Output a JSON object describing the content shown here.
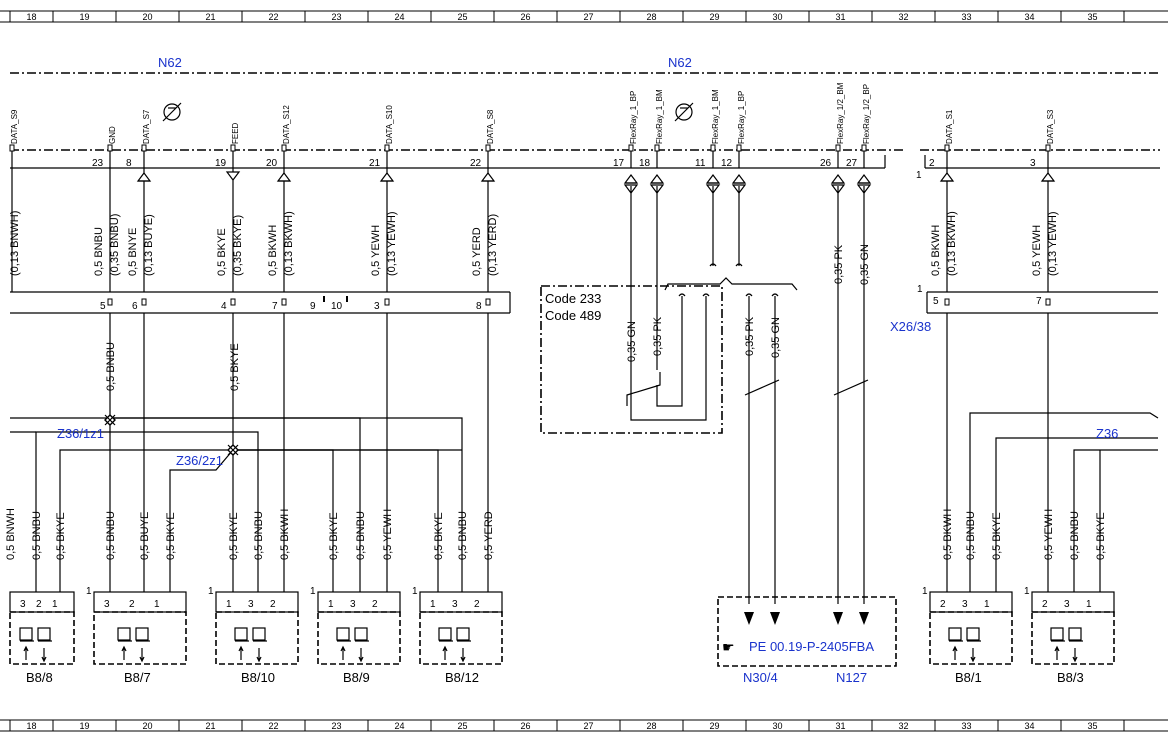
{
  "grid_numbers": [
    "18",
    "19",
    "20",
    "21",
    "22",
    "23",
    "24",
    "25",
    "26",
    "27",
    "28",
    "29",
    "30",
    "31",
    "32",
    "33",
    "34",
    "35"
  ],
  "n62_labels": [
    "N62",
    "N62"
  ],
  "top_pins": [
    {
      "name": "DATA_S9",
      "num": ""
    },
    {
      "name": "GND",
      "num": "23"
    },
    {
      "name": "DATA_S7",
      "num": "8"
    },
    {
      "name": "FEED",
      "num": "19"
    },
    {
      "name": "DATA_S12",
      "num": "20"
    },
    {
      "name": "DATA_S10",
      "num": "21"
    },
    {
      "name": "DATA_S8",
      "num": "22"
    },
    {
      "name": "FlexRay_1_BP",
      "num": "17"
    },
    {
      "name": "FlexRay_1_BM",
      "num": "18"
    },
    {
      "name": "FlexRay_1_BM",
      "num": "11"
    },
    {
      "name": "FlexRay_1_BP",
      "num": "12"
    },
    {
      "name": "FlexRay_1/2_BM",
      "num": "26"
    },
    {
      "name": "FlexRay_1/2_BP",
      "num": "27"
    },
    {
      "name": "DATA_S1",
      "num": "2"
    },
    {
      "name": "DATA_S3",
      "num": "3"
    }
  ],
  "upper_wires": [
    {
      "a": "(0,13 BNWH)",
      "b": ""
    },
    {
      "a": "0,5 BNBU",
      "b": "(0,35 BNBU)"
    },
    {
      "a": "0,5 BNYE",
      "b": "(0,13 BUYE)"
    },
    {
      "a": "0,5 BKYE",
      "b": "(0,35 BKYE)"
    },
    {
      "a": "0,5 BKWH",
      "b": "(0,13 BKWH)"
    },
    {
      "a": "0,5 YEWH",
      "b": "(0,13 YEWH)"
    },
    {
      "a": "0,5 YERD",
      "b": "(0,13 YERD)"
    },
    {
      "a": "0,35 PK",
      "b": ""
    },
    {
      "a": "0,35 GN",
      "b": ""
    },
    {
      "a": "0,5 BKWH",
      "b": "(0,13 BKWH)"
    },
    {
      "a": "0,5 YEWH",
      "b": "(0,13 YEWH)"
    }
  ],
  "connector_pins": [
    "5",
    "6",
    "4",
    "7",
    "9",
    "10",
    "3",
    "8"
  ],
  "connector_right": {
    "pin1": "1",
    "pin5": "5",
    "pin7": "7",
    "label": "X26/38"
  },
  "code_box": {
    "line1": "Code 233",
    "line2": "Code 489",
    "wire1": "0,35 GN",
    "wire2": "0,35 PK"
  },
  "mid_wires": {
    "bnbu": "0,5 BNBU",
    "bkye": "0,5 BKYE",
    "pk": "0,35 PK",
    "gn": "0,35 GN"
  },
  "splices": [
    "Z36/1z1",
    "Z36/2z1",
    "Z36"
  ],
  "lower_wires": [
    "0,5 BNWH",
    "0,5 BNBU",
    "0,5 BKYE",
    "0,5 BNBU",
    "0,5 BUYE",
    "0,5 BKYE",
    "0,5 BKYE",
    "0,5 BNBU",
    "0,5 BKWH",
    "0,5 BKYE",
    "0,5 BNBU",
    "0,5 YEWH",
    "0,5 BKYE",
    "0,5 BNBU",
    "0,5 YERD",
    "0,5 BKWH",
    "0,5 BNBU",
    "0,5 BKYE",
    "0,5 YEWH",
    "0,5 BNBU",
    "0,5 BKYE"
  ],
  "sensors": [
    {
      "label": "B8/8",
      "pins": [
        "3",
        "2",
        "1"
      ],
      "one": ""
    },
    {
      "label": "B8/7",
      "pins": [
        "3",
        "2",
        "1"
      ],
      "one": "1"
    },
    {
      "label": "B8/10",
      "pins": [
        "1",
        "3",
        "2"
      ],
      "one": "1"
    },
    {
      "label": "B8/9",
      "pins": [
        "1",
        "3",
        "2"
      ],
      "one": "1"
    },
    {
      "label": "B8/12",
      "pins": [
        "1",
        "3",
        "2"
      ],
      "one": "1"
    },
    {
      "label": "B8/1",
      "pins": [
        "2",
        "3",
        "1"
      ],
      "one": "1"
    },
    {
      "label": "B8/3",
      "pins": [
        "2",
        "3",
        "1"
      ],
      "one": "1"
    }
  ],
  "ref_box": {
    "text": "PE 00.19-P-2405FBA",
    "label1": "N30/4",
    "label2": "N127"
  },
  "misc": {
    "one_a": "1",
    "one_b": "1"
  }
}
